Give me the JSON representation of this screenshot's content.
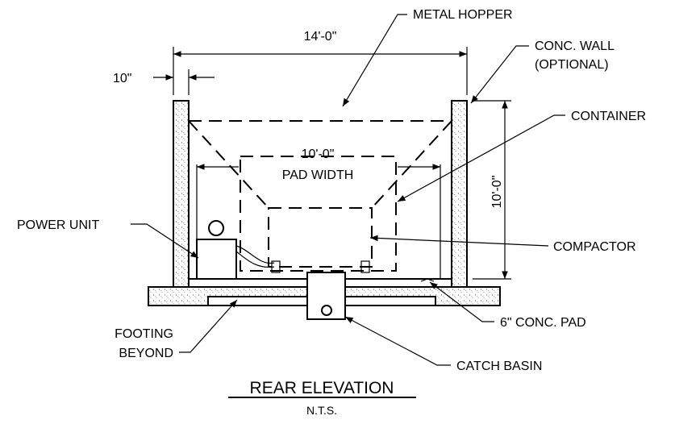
{
  "labels": {
    "metal_hopper": "METAL HOPPER",
    "width_dim": "14'-0\"",
    "wall_dim": "10\"",
    "conc_wall_1": "CONC. WALL",
    "conc_wall_2": "(OPTIONAL)",
    "container": "CONTAINER",
    "pad_dim": "10'-0\"",
    "pad_width": "PAD WIDTH",
    "height_dim": "10'-0\"",
    "power_unit": "POWER UNIT",
    "compactor": "COMPACTOR",
    "conc_pad": "6\" CONC. PAD",
    "footing_1": "FOOTING",
    "footing_2": "BEYOND",
    "catch_basin": "CATCH BASIN",
    "title": "REAR ELEVATION",
    "scale": "N.T.S."
  }
}
